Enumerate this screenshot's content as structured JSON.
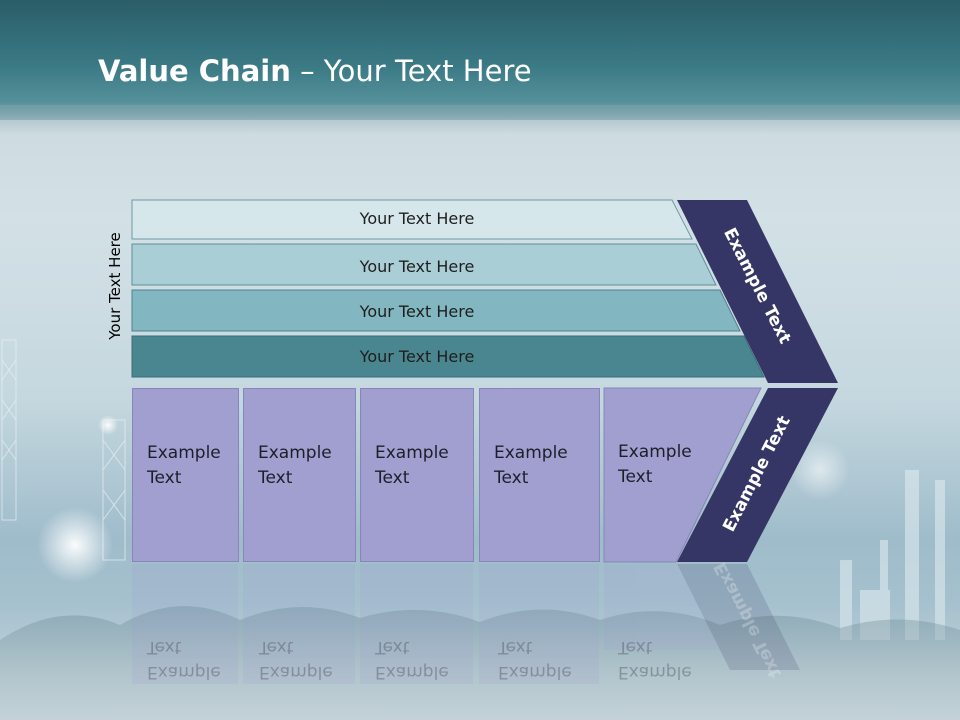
{
  "title": {
    "bold": "Value Chain",
    "rest": " – Your Text Here"
  },
  "side_label": "Your Text Here",
  "bands": [
    {
      "label": "Your Text Here",
      "color": "#d6e7ec"
    },
    {
      "label": "Your Text Here",
      "color": "#a9ced6"
    },
    {
      "label": "Your Text Here",
      "color": "#82b7c2"
    },
    {
      "label": "Your Text Here",
      "color": "#4a8690"
    }
  ],
  "boxes": [
    {
      "line1": "Example",
      "line2": "Text"
    },
    {
      "line1": "Example",
      "line2": "Text"
    },
    {
      "line1": "Example",
      "line2": "Text"
    },
    {
      "line1": "Example",
      "line2": "Text"
    },
    {
      "line1": "Example",
      "line2": "Text"
    }
  ],
  "chevron": {
    "top": "Example Text",
    "bottom": "Example Text",
    "color": "#353566"
  },
  "box_color": "#a09fd0"
}
